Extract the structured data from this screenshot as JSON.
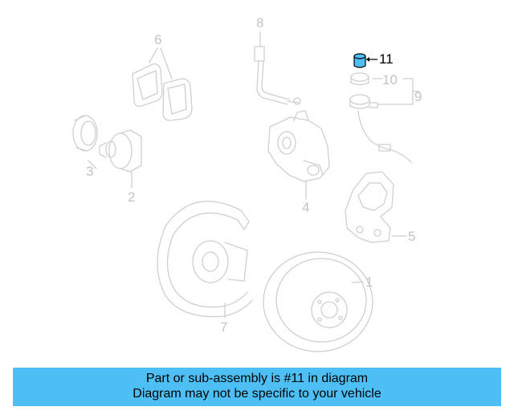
{
  "callouts": {
    "c1": "1",
    "c2": "2",
    "c3": "3",
    "c4": "4",
    "c5": "5",
    "c6": "6",
    "c7": "7",
    "c8": "8",
    "c9": "9",
    "c10": "10",
    "c11": "11"
  },
  "highlight": {
    "part": "11",
    "color": "#4dbff5"
  },
  "banner": {
    "line1": "Part or sub-assembly is #11 in diagram",
    "line2": "Diagram may not be specific to your vehicle",
    "background": "#4dbff5"
  }
}
